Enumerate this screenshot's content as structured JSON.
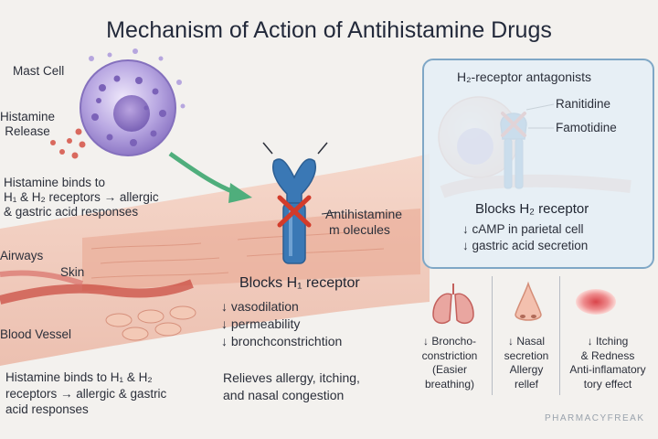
{
  "title": "Mechanism of Action of Antihistamine Drugs",
  "labels": {
    "mast_cell": "Mast Cell",
    "histamine_release": [
      "Histamine",
      "Release"
    ],
    "binds_top": [
      "Histamine binds to",
      "H₁ & H₂ receptors →  allergic",
      "& gastric acid responses"
    ],
    "airways": "Airways",
    "skin": "Skin",
    "blood_vessel": "Blood Vessel",
    "binds_bottom": [
      "Histamine binds to H₁ & H₂",
      "receptors → allergic & gastric",
      "acid responses"
    ],
    "antihistamine_molecules": [
      "Antihistamine",
      "m olecules"
    ]
  },
  "h1": {
    "title": "Blocks H₁ receptor",
    "effects": [
      "↓ vasodilation",
      "↓ permeability",
      "↓ bronchconstrichtion"
    ],
    "relief": [
      "Relieves allergy, itching,",
      "and nasal congestion"
    ]
  },
  "h2_panel": {
    "title": "H₂-receptor antagonists",
    "drugs": [
      "Ranitidine",
      "Famotidine"
    ],
    "blocks": "Blocks H₂ receptor",
    "effects": [
      "↓ cAMP in parietal cell",
      "↓ gastric acid secretion"
    ]
  },
  "outcomes": [
    {
      "icon": "lungs-icon",
      "lines": [
        "↓ Broncho-",
        "constriction",
        "(Easier",
        "breathing)"
      ]
    },
    {
      "icon": "nose-icon",
      "lines": [
        "↓ Nasal",
        "secretion",
        "Allergy",
        "rellef"
      ]
    },
    {
      "icon": "skin-rash-icon",
      "lines": [
        "↓ Itching",
        "& Redness",
        "Anti-inflamatory",
        "tory effect"
      ]
    }
  ],
  "watermark": "PHARMACYFREAK",
  "colors": {
    "receptor_blue": "#3a78b5",
    "block_red": "#d23b2b",
    "mast_cell_purple": "#9a86cf",
    "tissue_pink": "#f0b9a6",
    "panel_border": "#7fa7c6"
  }
}
